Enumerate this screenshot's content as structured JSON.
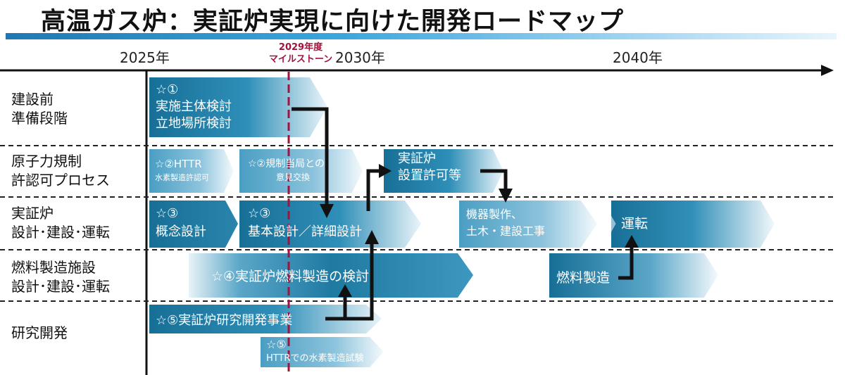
{
  "title": "高温ガス炉：実証炉実現に向けた開発ロードマップ",
  "timeline": {
    "years": [
      "2025年",
      "2030年",
      "2040年"
    ],
    "milestone": {
      "line1": "2029年度",
      "line2": "マイルストーン"
    }
  },
  "rows": [
    {
      "line1": "建設前",
      "line2": "準備段階"
    },
    {
      "line1": "原子力規制",
      "line2": "許認可プロセス"
    },
    {
      "line1": "実証炉",
      "line2": "設計･建設･運転"
    },
    {
      "line1": "燃料製造施設",
      "line2": "設計･建設･運転"
    },
    {
      "line1": "研究開発",
      "line2": ""
    }
  ],
  "bars": {
    "b1": {
      "line1": "☆①",
      "line2": "実施主体検討",
      "line3": "立地場所検討"
    },
    "b2": {
      "line1": "☆②HTTR",
      "line2": "水素製造許認可"
    },
    "b3": {
      "line1": "☆②規制当局との",
      "line2": "意見交換"
    },
    "b4": {
      "line1": "実証炉",
      "line2": "設置許可等"
    },
    "b5": {
      "line1": "☆③",
      "line2": "概念設計"
    },
    "b6": {
      "line1": "☆③",
      "line2": "基本設計／詳細設計"
    },
    "b7": {
      "line1": "機器製作、",
      "line2": "土木・建設工事"
    },
    "b8": {
      "line1": "運転"
    },
    "b9": {
      "line1": "☆④実証炉燃料製造の検討"
    },
    "b10": {
      "line1": "燃料製造"
    },
    "b11": {
      "line1": "☆⑤実証炉研究開発事業"
    },
    "b12": {
      "line1": "☆⑤",
      "line2": "HTTRでの水素製造試験"
    }
  },
  "colors": {
    "bar_dark": "#176f96",
    "bar_mid": "#2f8fb8",
    "bar_fade": "#eaf4f9",
    "milestone": "#a0133d",
    "arrow": "#111111",
    "axis": "#111111"
  }
}
